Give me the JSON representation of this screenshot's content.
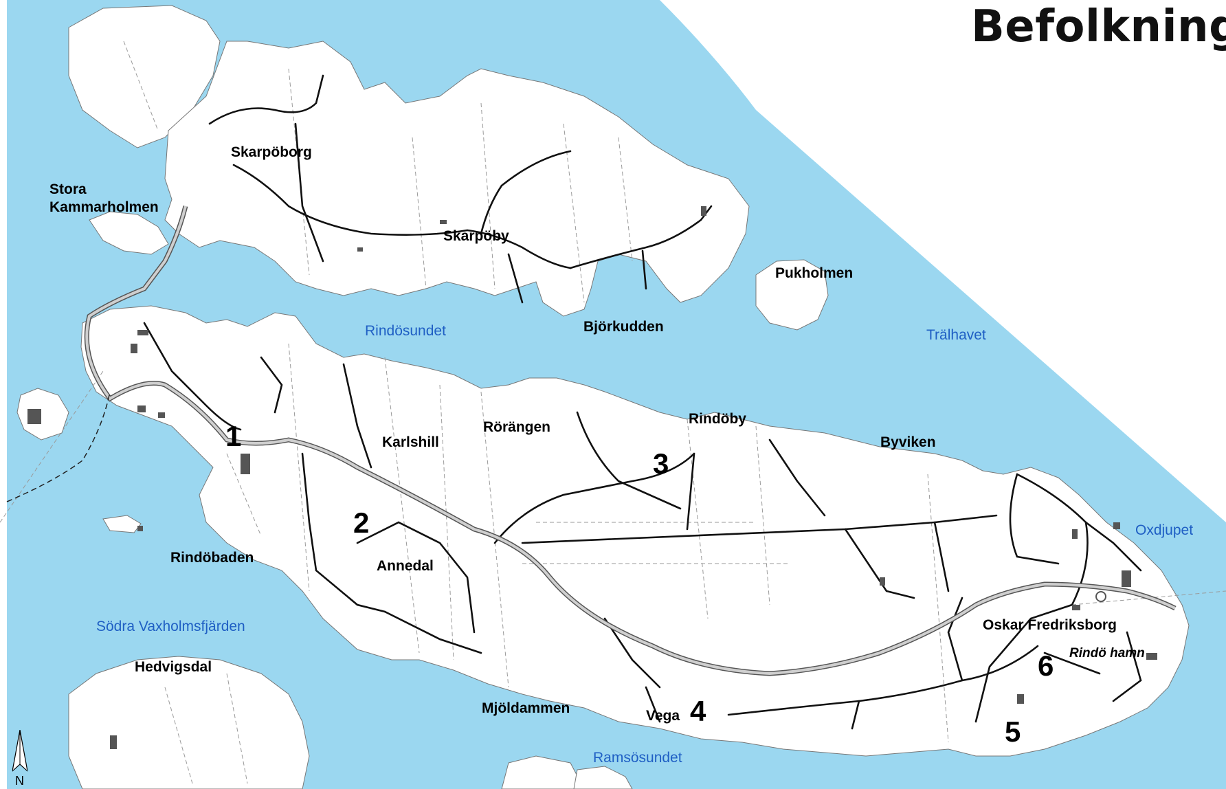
{
  "title": "Befolkning",
  "colors": {
    "water": "#9bd7f0",
    "land": "#ffffff",
    "road_main": "#9a9a9a",
    "road_minor": "#111111",
    "building": "#555555",
    "label_water": "#1f5fc4"
  },
  "places": [
    {
      "id": "skarpoborg",
      "text": "Skarpöborg"
    },
    {
      "id": "stora-kammarholmen-1",
      "text": "Stora"
    },
    {
      "id": "stora-kammarholmen-2",
      "text": "Kammarholmen"
    },
    {
      "id": "skarpoby",
      "text": "Skarpöby"
    },
    {
      "id": "pukholmen",
      "text": "Pukholmen"
    },
    {
      "id": "bjorkudden",
      "text": "Björkudden"
    },
    {
      "id": "karlshill",
      "text": "Karlshill"
    },
    {
      "id": "rorangen",
      "text": "Rörängen"
    },
    {
      "id": "rindoby",
      "text": "Rindöby"
    },
    {
      "id": "byviken",
      "text": "Byviken"
    },
    {
      "id": "rindobaden",
      "text": "Rindöbaden"
    },
    {
      "id": "annedal",
      "text": "Annedal"
    },
    {
      "id": "oskar-fredriksborg",
      "text": "Oskar Fredriksborg"
    },
    {
      "id": "rindo-hamn",
      "text": "Rindö hamn"
    },
    {
      "id": "hedvigsdal",
      "text": "Hedvigsdal"
    },
    {
      "id": "mjoldammen",
      "text": "Mjöldammen"
    },
    {
      "id": "vega",
      "text": "Vega"
    }
  ],
  "waters": [
    {
      "id": "rindosundet",
      "text": "Rindösundet"
    },
    {
      "id": "tralhavet",
      "text": "Trälhavet"
    },
    {
      "id": "oxdjupet",
      "text": "Oxdjupet"
    },
    {
      "id": "sodra-vaxholmsfjarden",
      "text": "Södra Vaxholmsfjärden"
    },
    {
      "id": "ramsosundet",
      "text": "Ramsösundet"
    }
  ],
  "areas": [
    "1",
    "2",
    "3",
    "4",
    "5",
    "6"
  ],
  "north_label": "N"
}
